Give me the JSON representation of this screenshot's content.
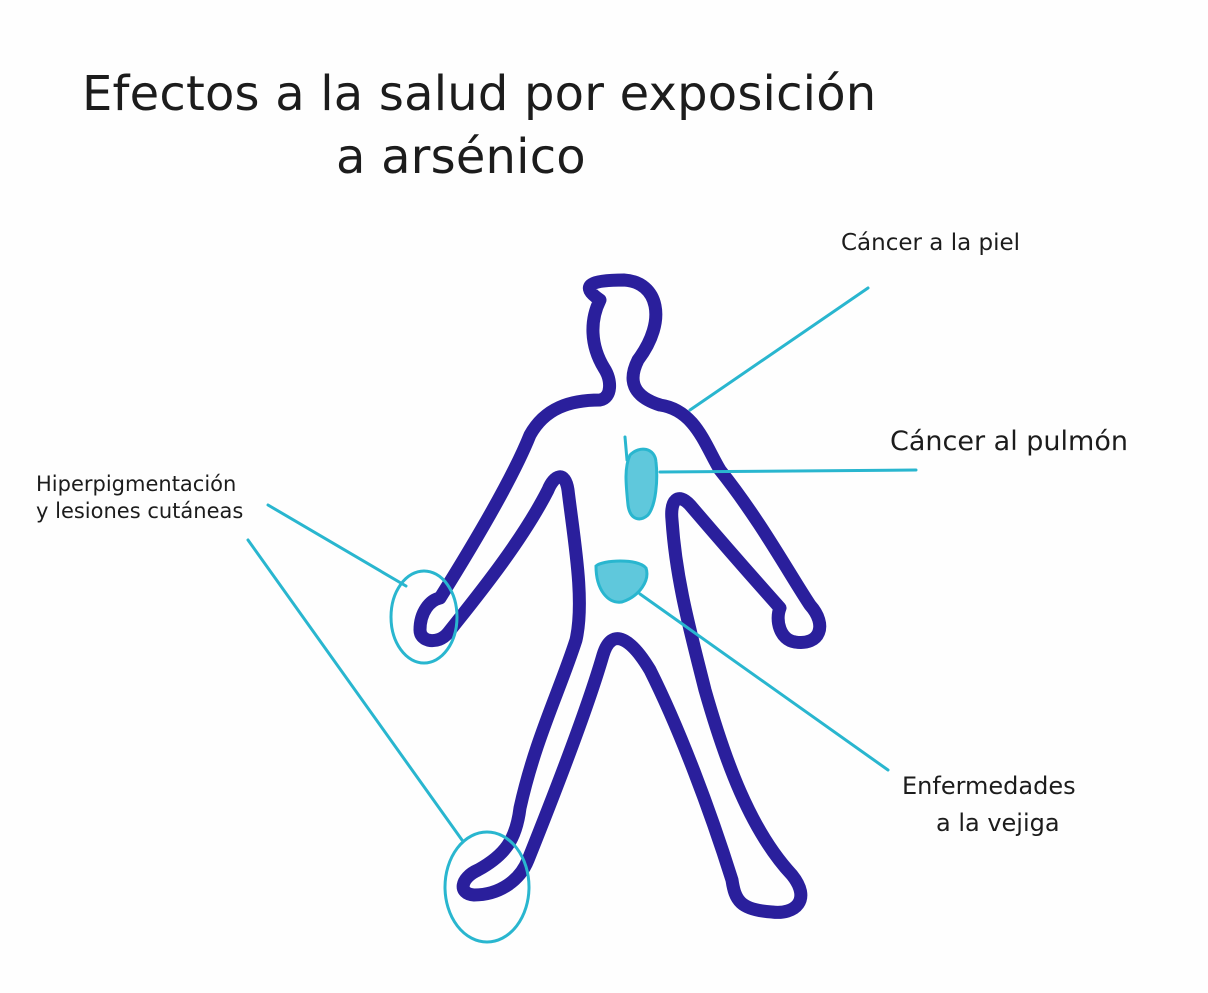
{
  "title": {
    "line1": "Efectos a la salud por exposición",
    "line2": "a arsénico"
  },
  "labels": {
    "skin_cancer": "Cáncer a la piel",
    "lung_cancer": "Cáncer al pulmón",
    "hyperpigmentation_line1": "Hiperpigmentación",
    "hyperpigmentation_line2": "y lesiones cutáneas",
    "bladder_line1": "Enfermedades",
    "bladder_line2": "a la vejiga"
  },
  "colors": {
    "body_outline": "#2a1f9c",
    "highlight": "#29b6cf",
    "text": "#1c1c1c"
  }
}
